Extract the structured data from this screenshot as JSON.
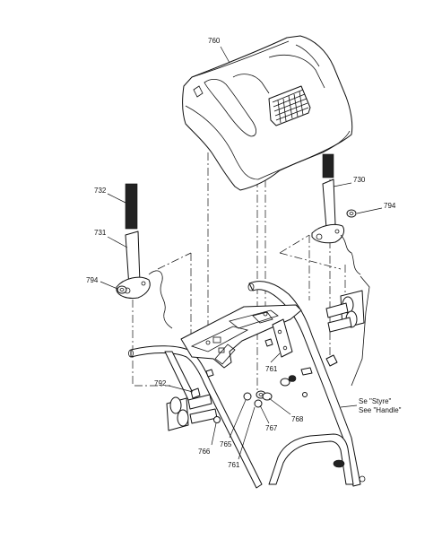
{
  "callouts": {
    "c760": "760",
    "c732": "732",
    "c730": "730",
    "c794a": "794",
    "c731": "731",
    "c794b": "794",
    "c792": "792",
    "c761a": "761",
    "c768": "768",
    "c767": "767",
    "c766": "766",
    "c765": "765",
    "c761b": "761"
  },
  "notes": {
    "line1": "Se \"Styre\"",
    "line2": "See \"Handle\""
  }
}
